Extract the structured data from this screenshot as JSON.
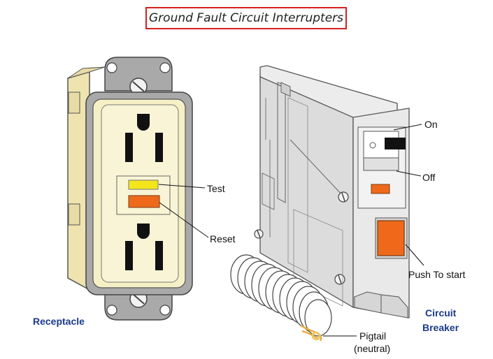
{
  "title": "Ground Fault Circuit Interrupters",
  "labels": {
    "receptacle": "Receptacle",
    "test": "Test",
    "reset": "Reset",
    "on": "On",
    "off": "Off",
    "push_to_start": "Push To start",
    "circuit_breaker_line1": "Circuit",
    "circuit_breaker_line2": "Breaker",
    "pigtail_line1": "Pigtail",
    "pigtail_line2": "(neutral)"
  },
  "colors": {
    "title_border": "#d42020",
    "receptacle_body": "#f6f0c6",
    "strap": "#a9a9a9",
    "test_button": "#f5e61c",
    "reset_button": "#ee6a1a",
    "breaker_body": "#e3e3e3",
    "breaker_button": "#ee6a1a",
    "blue_label": "#1b3a8c"
  }
}
